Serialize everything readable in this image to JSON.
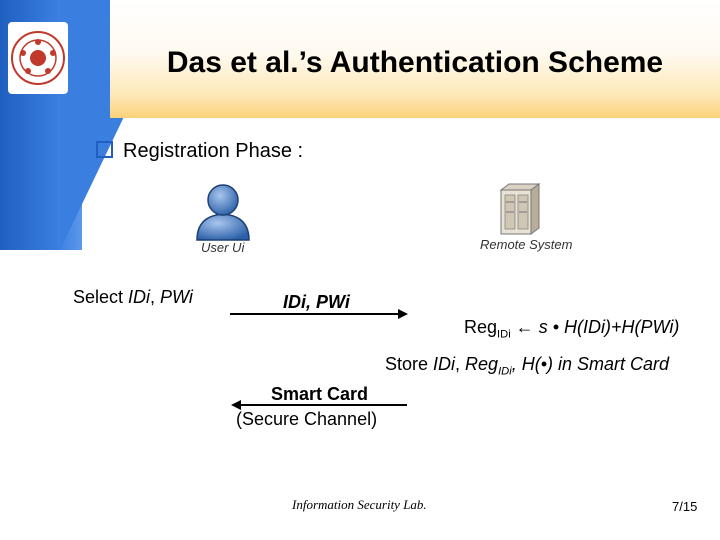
{
  "slide": {
    "title": "Das et al.’s Authentication Scheme",
    "bullet": "Registration Phase :",
    "user_label": "User Ui",
    "server_label": "Remote System",
    "step_select": {
      "prefix": "Select ",
      "id": "IDi",
      "sep": ", ",
      "pw": "PWi"
    },
    "msg1": {
      "id": "IDi",
      "sep": ", ",
      "pw": "PWi"
    },
    "reg_eq": {
      "reg": "Reg",
      "reg_sub": "IDi",
      "arrow": " ← ",
      "rhs": "s • H(IDi)+H(PWi)"
    },
    "store": {
      "prefix": "Store ",
      "id": "IDi",
      "sep": ", ",
      "reg": "Reg",
      "reg_sub": "IDi",
      "suffix": ", H(•) in Smart Card"
    },
    "msg2_line1": "Smart Card",
    "msg2_line2": "(Secure Channel)",
    "footer": "Information Security Lab.",
    "page": "7/15"
  },
  "colors": {
    "accent": "#1f5fc0",
    "band": "#fbd27a"
  }
}
